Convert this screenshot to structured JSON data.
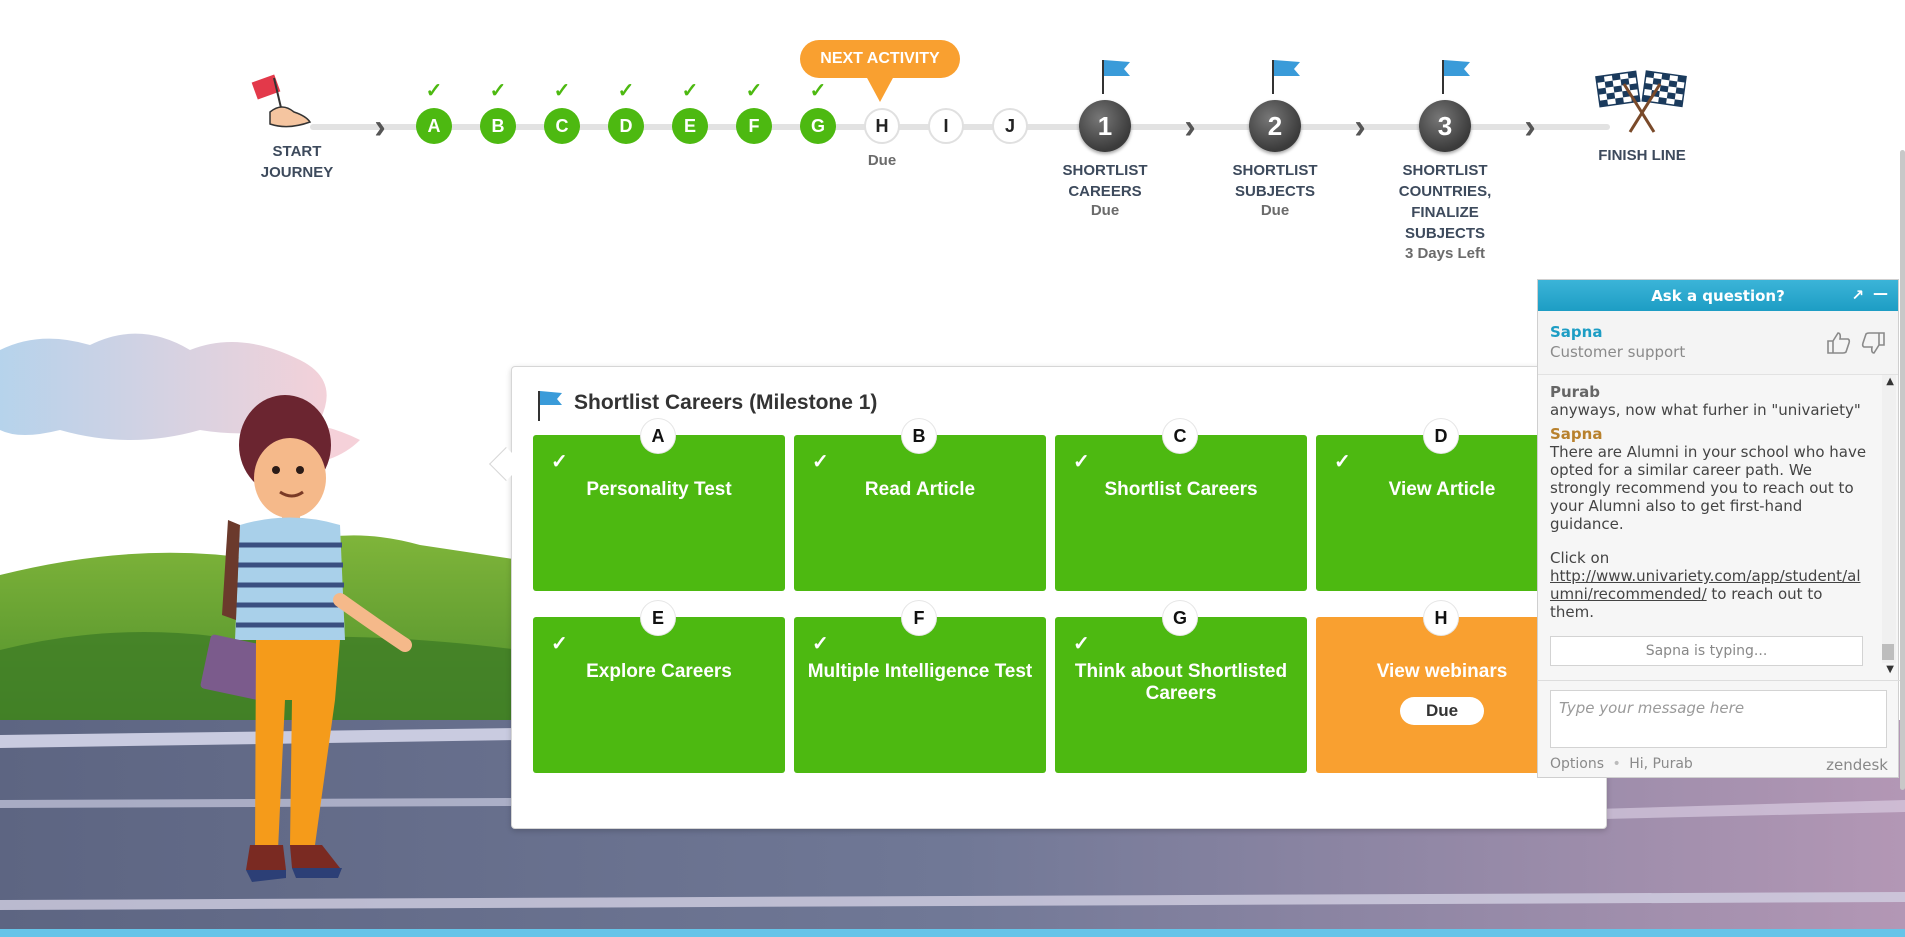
{
  "journey": {
    "start_label_1": "START",
    "start_label_2": "JOURNEY",
    "next_activity": "NEXT ACTIVITY",
    "steps": [
      {
        "letter": "A",
        "status": "done"
      },
      {
        "letter": "B",
        "status": "done"
      },
      {
        "letter": "C",
        "status": "done"
      },
      {
        "letter": "D",
        "status": "done"
      },
      {
        "letter": "E",
        "status": "done"
      },
      {
        "letter": "F",
        "status": "done"
      },
      {
        "letter": "G",
        "status": "done"
      },
      {
        "letter": "H",
        "status": "todo",
        "sub": "Due"
      },
      {
        "letter": "I",
        "status": "todo"
      },
      {
        "letter": "J",
        "status": "todo"
      }
    ],
    "milestones": [
      {
        "number": "1",
        "lines": [
          "SHORTLIST",
          "CAREERS"
        ],
        "sub": "Due"
      },
      {
        "number": "2",
        "lines": [
          "SHORTLIST",
          "SUBJECTS"
        ],
        "sub": "Due"
      },
      {
        "number": "3",
        "lines": [
          "SHORTLIST",
          "COUNTRIES,",
          "FINALIZE",
          "SUBJECTS"
        ],
        "sub": "3 Days Left"
      }
    ],
    "finish_label": "FINISH LINE",
    "check_glyph": "✓",
    "chevron_glyph": "›"
  },
  "panel": {
    "title": "Shortlist Careers (Milestone 1)",
    "cards": [
      {
        "letter": "A",
        "title": "Personality Test",
        "status": "done"
      },
      {
        "letter": "B",
        "title": "Read Article",
        "status": "done"
      },
      {
        "letter": "C",
        "title": "Shortlist Careers",
        "status": "done"
      },
      {
        "letter": "D",
        "title": "View Article",
        "status": "done"
      },
      {
        "letter": "E",
        "title": "Explore Careers",
        "status": "done"
      },
      {
        "letter": "F",
        "title": "Multiple Intelligence Test",
        "status": "done"
      },
      {
        "letter": "G",
        "title": "Think about Shortlisted Careers",
        "status": "done"
      },
      {
        "letter": "H",
        "title": "View webinars",
        "status": "due",
        "badge": "Due"
      }
    ]
  },
  "chat": {
    "header": "Ask a question?",
    "popout_icon": "↗",
    "minimize_icon": "—",
    "agent_name": "Sapna",
    "agent_role": "Customer support",
    "messages": [
      {
        "from": "Purab",
        "kind": "user",
        "text": "anyways, now what furher in \"univariety\""
      },
      {
        "from": "Sapna",
        "kind": "agent",
        "text": "There are Alumni in your school who have opted for a similar career path. We strongly recommend you to reach out to your Alumni also to get first-hand guidance."
      }
    ],
    "click_on": "Click on",
    "link": "http://www.univariety.com/app/student/alumni/recommended/",
    "after_link": " to reach out to them.",
    "typing": "Sapna is typing...",
    "input_placeholder": "Type your message here",
    "footer_options": "Options",
    "footer_sep": "•",
    "footer_greeting": "Hi, Purab",
    "brand": "zendesk"
  },
  "colors": {
    "green": "#4db911",
    "orange": "#f9a030",
    "chat_blue": "#1d9dc4",
    "flag_blue": "#3a9bd9"
  }
}
